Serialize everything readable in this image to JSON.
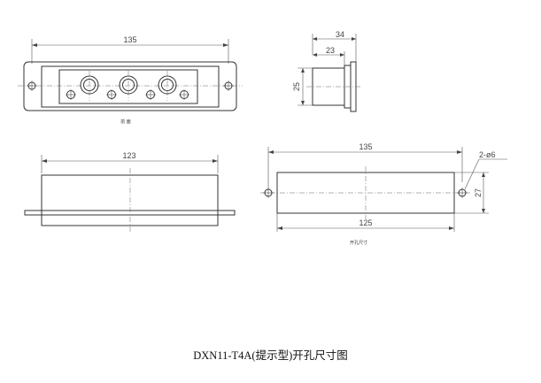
{
  "views": {
    "front": {
      "width_label": "135",
      "caption": "前 面"
    },
    "side": {
      "overall_label": "34",
      "body_label": "23",
      "height_label": "25"
    },
    "bottom": {
      "width_label": "123"
    },
    "cutout": {
      "width_label": "135",
      "inner_label": "125",
      "height_label": "27",
      "hole_label": "2-ø6",
      "caption": "开孔尺寸"
    }
  },
  "caption": "DXN11-T4A(提示型)开孔尺寸图"
}
